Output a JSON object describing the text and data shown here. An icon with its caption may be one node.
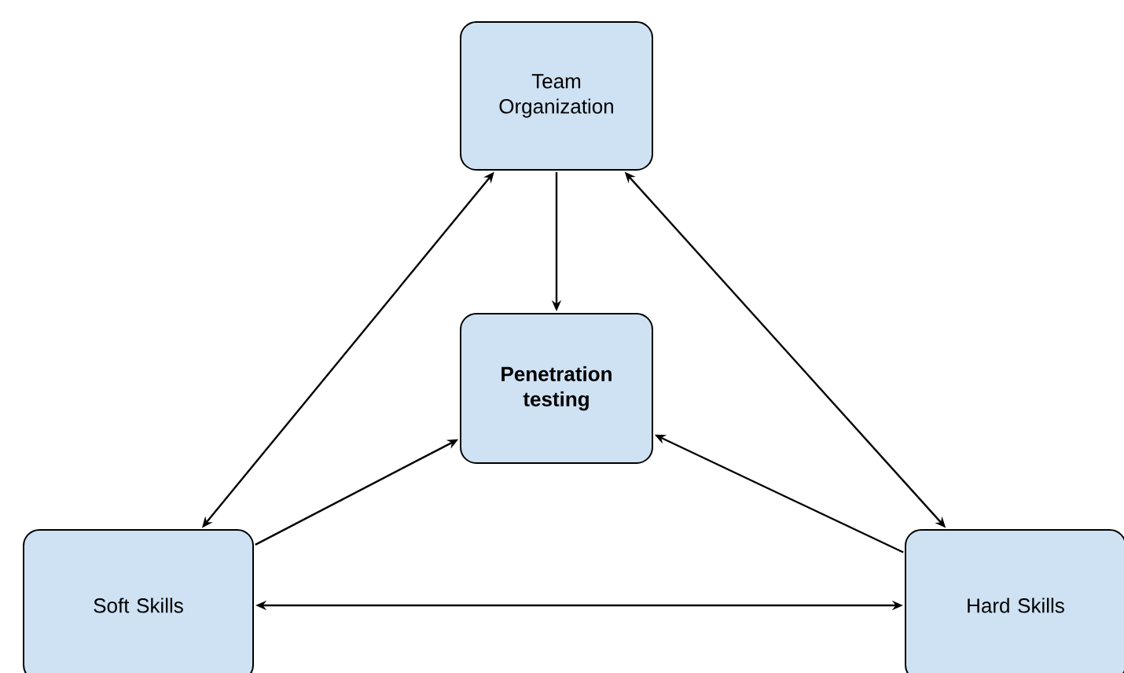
{
  "diagram": {
    "nodes": [
      {
        "text": [
          "Team Organization"
        ]
      },
      {
        "text": [
          "Penetration testing"
        ]
      },
      {
        "text": [
          "Soft Skills"
        ]
      },
      {
        "text": [
          "Hard Skills"
        ]
      }
    ],
    "edges": [
      {
        "from": 0,
        "to": 1,
        "arrow": "to"
      },
      {
        "from": 2,
        "to": 0,
        "arrow": "both"
      },
      {
        "from": 0,
        "to": 3,
        "arrow": "both"
      },
      {
        "from": 2,
        "to": 1,
        "arrow": "to"
      },
      {
        "from": 3,
        "to": 1,
        "arrow": "to"
      },
      {
        "from": 2,
        "to": 3,
        "arrow": "both"
      }
    ]
  }
}
